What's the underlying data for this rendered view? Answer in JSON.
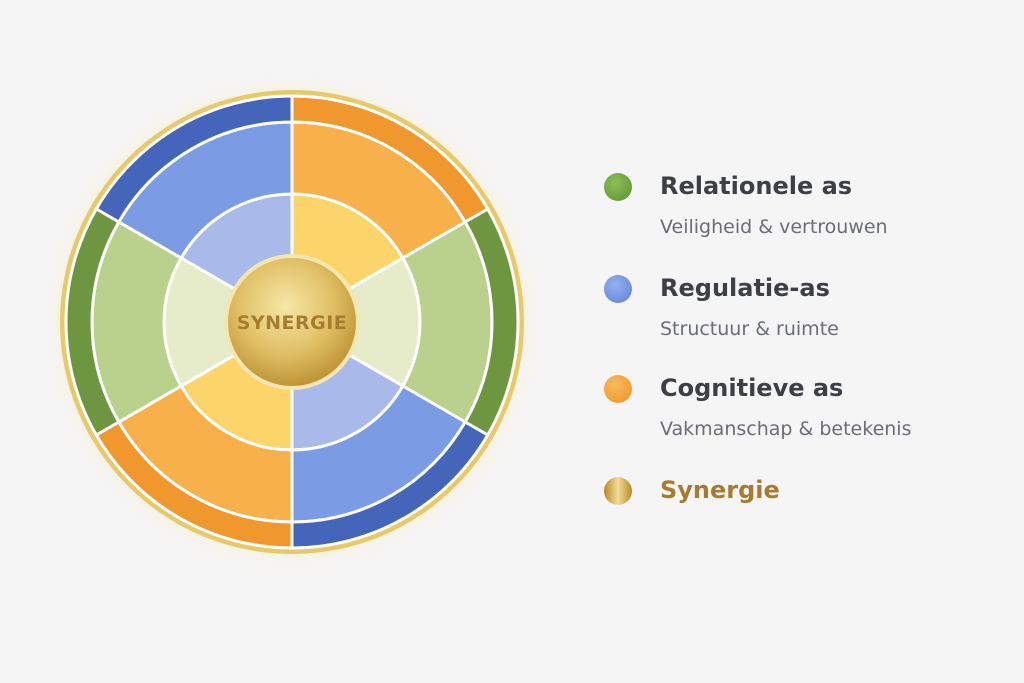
{
  "center": {
    "label": "SYNERGIE"
  },
  "legend": [
    {
      "key": "relational",
      "title": "Relationele as",
      "subtitle": "Veiligheid & vertrouwen",
      "color": "#6a9e3c"
    },
    {
      "key": "regulation",
      "title": "Regulatie-as",
      "subtitle": "Structuur & ruimte",
      "color": "#6b8fe0"
    },
    {
      "key": "cognitive",
      "title": "Cognitieve as",
      "subtitle": "Vakmanschap & betekenis",
      "color": "#f3a03a"
    },
    {
      "key": "synergy",
      "title": "Synergie",
      "subtitle": "",
      "color": "#c9a54a"
    }
  ],
  "colors": {
    "green": [
      "#e6ecca",
      "#b9d18c",
      "#6e9640"
    ],
    "blue": [
      "#a9b9ea",
      "#7b9ce4",
      "#4565bb"
    ],
    "orange": [
      "#fbd56a",
      "#f7b04a",
      "#f0982e"
    ],
    "gold": "#c9a54a",
    "gold_text": "#a67c30"
  }
}
